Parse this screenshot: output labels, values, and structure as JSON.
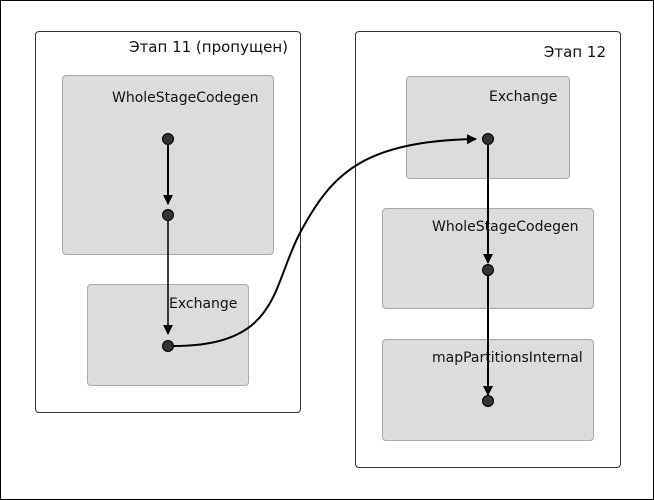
{
  "stages": [
    {
      "label": "Этап 11 (пропущен)",
      "nodes": [
        {
          "label": "WholeStageCodegen"
        },
        {
          "label": "Exchange"
        }
      ]
    },
    {
      "label": "Этап 12",
      "nodes": [
        {
          "label": "Exchange"
        },
        {
          "label": "WholeStageCodegen"
        },
        {
          "label": "mapPartitionsInternal"
        }
      ]
    }
  ],
  "colors": {
    "node_fill": "#dcdcdc",
    "node_border": "#a8a8a8",
    "stage_border": "#333333",
    "edge": "#000000",
    "dot": "#333333"
  }
}
